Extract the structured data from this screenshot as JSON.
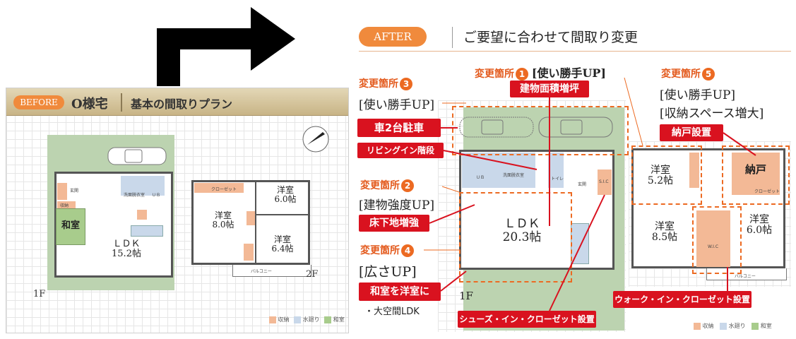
{
  "before": {
    "badge": "BEFORE",
    "title": "O様宅",
    "subtitle": "基本の間取りプラン",
    "floor1": "1F",
    "floor2": "2F",
    "rooms": {
      "ldk": "ＬＤＫ",
      "ldk_size": "15.2帖",
      "washitsu": "和室",
      "yoshitsu_a": "洋室",
      "yoshitsu_a_size": "6.0帖",
      "yoshitsu_b": "洋室",
      "yoshitsu_b_size": "8.0帖",
      "yoshitsu_c": "洋室",
      "yoshitsu_c_size": "6.4帖",
      "genkan": "玄関",
      "shunou": "収納",
      "wash": "洗面脱衣室",
      "ub": "ＵＢ",
      "closet": "クローゼット",
      "balcony": "バルコニー"
    },
    "legend": [
      "収納",
      "水廻り",
      "和室"
    ]
  },
  "after": {
    "badge": "AFTER",
    "title": "ご要望に合わせて間取り変更",
    "floor1": "1F",
    "changes": [
      {
        "label": "変更箇所",
        "num": "1",
        "desc": "[使い勝手UP]"
      },
      {
        "label": "変更箇所",
        "num": "2",
        "desc": "[建物強度UP]"
      },
      {
        "label": "変更箇所",
        "num": "3",
        "desc": "[使い勝手UP]"
      },
      {
        "label": "変更箇所",
        "num": "4",
        "desc": "[広さUP]"
      },
      {
        "label": "変更箇所",
        "num": "5",
        "desc1": "[使い勝手UP]",
        "desc2": "[収納スペース増大]"
      }
    ],
    "callouts": {
      "area_increase": "建物面積増坪",
      "parking": "車2台駐車",
      "living_stairs": "リビングイン階段",
      "floor_reinforce": "床下地増強",
      "washitsu_to_yoshitsu": "和室を洋室に",
      "big_ldk": "・大空間LDK",
      "shoes_closet": "シューズ・イン・クローゼット設置",
      "nando": "納戸設置",
      "walkin": "ウォーク・イン・クローゼット設置"
    },
    "rooms": {
      "ldk": "ＬＤＫ",
      "ldk_size": "20.3帖",
      "yoshitsu_a": "洋室",
      "yoshitsu_a_size": "5.2帖",
      "yoshitsu_b": "洋室",
      "yoshitsu_b_size": "8.5帖",
      "yoshitsu_c": "洋室",
      "yoshitsu_c_size": "6.0帖",
      "nando": "納戸",
      "ub": "ＵＢ",
      "wash": "洗面脱衣室",
      "toilet": "トイレ",
      "genkan": "玄関",
      "sic": "S.I.C",
      "wic": "W.I.C",
      "closet": "クローゼット",
      "balcony": "バルコニー"
    },
    "legend": [
      "収納",
      "水廻り",
      "和室"
    ]
  },
  "colors": {
    "storage": "#f3b996",
    "water": "#c9d8ea",
    "washitsu": "#a8cc8c",
    "accent": "#d9121f",
    "orange": "#ec6a22"
  }
}
